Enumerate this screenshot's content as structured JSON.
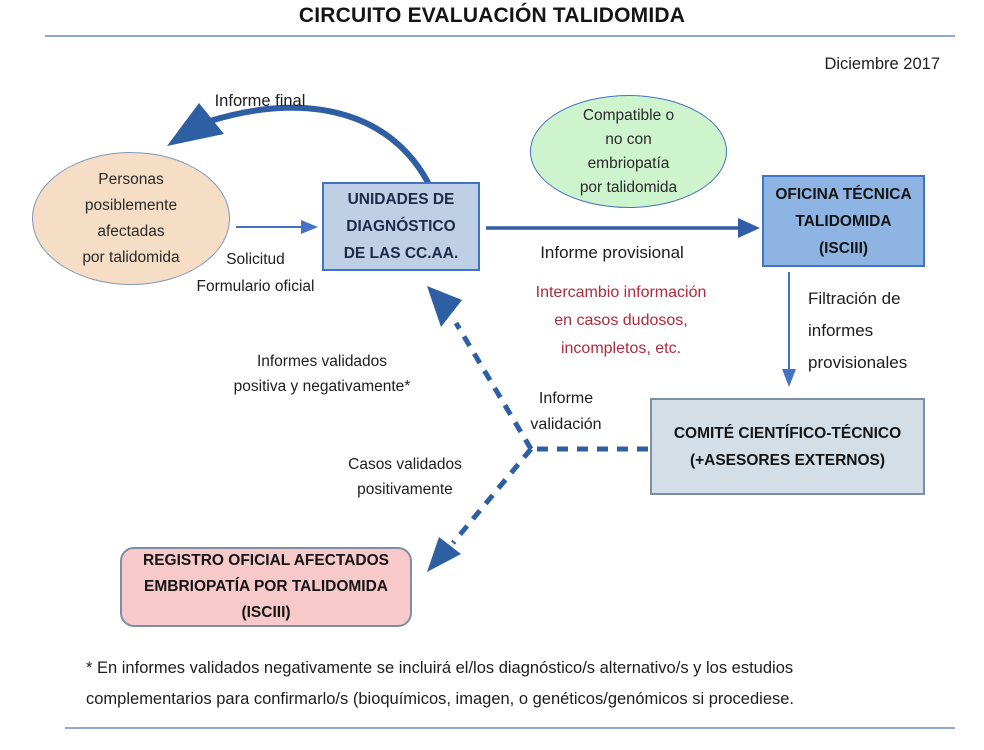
{
  "title": "CIRCUITO EVALUACIÓN TALIDOMIDA",
  "date": "Diciembre 2017",
  "nodes": {
    "personas": "Personas\nposiblemente\nafectadas\npor talidomida",
    "unidades": "UNIDADES DE\nDIAGNÓSTICO\nDE LAS CC.AA.",
    "compatible": "Compatible o\nno con\nembriopatía\npor talidomida",
    "oficina": "OFICINA TÉCNICA\nTALIDOMIDA\n(ISCIII)",
    "comite": "COMITÉ CIENTÍFICO-TÉCNICO\n(+ASESORES EXTERNOS)",
    "registro": "REGISTRO OFICIAL AFECTADOS\nEMBRIOPATÍA POR TALIDOMIDA\n(ISCIII)"
  },
  "labels": {
    "informe_final": "Informe final",
    "solicitud": "Solicitud\nFormulario oficial",
    "informe_provisional": "Informe provisional",
    "intercambio": "Intercambio información\nen casos dudosos,\nincompletos, etc.",
    "filtracion": "Filtración de\ninformes\nprovisionales",
    "informe_validacion": "Informe\nvalidación",
    "informes_validados": "Informes validados\npositiva y negativamente*",
    "casos_validados": "Casos validados\npositivamente"
  },
  "footnote": "* En informes validados negativamente se incluirá el/los diagnóstico/s alternativo/s y los estudios\ncomplementarios para confirmarlo/s (bioquímicos, imagen, o genéticos/genómicos si procediese.",
  "colors": {
    "accent_blue": "#2E5FA3",
    "thin_arrow_blue": "#4472C4",
    "box_unidades_fill": "#BDD0E5",
    "box_oficina_fill": "#8DB4E2",
    "box_comite_fill": "#D3DEE7",
    "box_registro_fill": "#F7C9CB",
    "ellipse_personas_fill": "#F6DDC5",
    "ellipse_compatible_fill": "#CDF4CD",
    "red_text": "#AF2B3D",
    "rule_line": "#8FA9D0"
  }
}
